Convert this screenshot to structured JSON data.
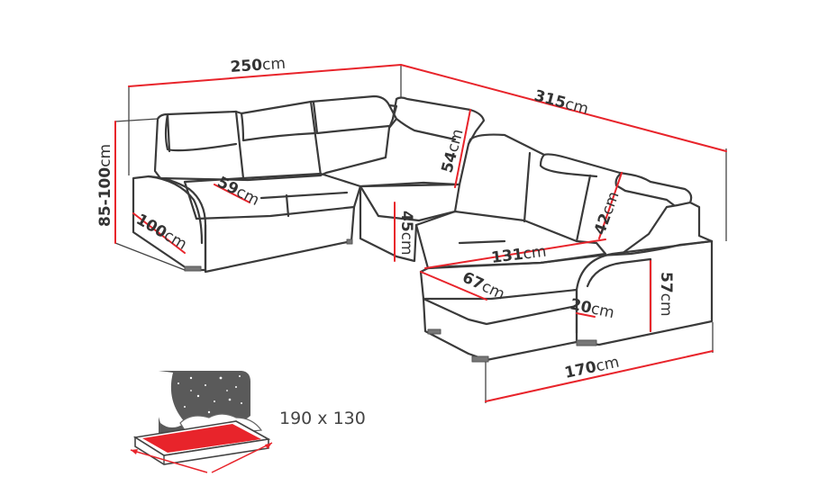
{
  "dimensions": {
    "width_left": {
      "value": "250",
      "unit": "cm"
    },
    "width_right": {
      "value": "315",
      "unit": "cm"
    },
    "height": {
      "value": "85-100",
      "unit": "cm"
    },
    "depth_left": {
      "value": "100",
      "unit": "cm"
    },
    "seat_depth": {
      "value": "59",
      "unit": "cm"
    },
    "back_height": {
      "value": "54",
      "unit": "cm"
    },
    "seat_height": {
      "value": "45",
      "unit": "cm"
    },
    "headrest": {
      "value": "42",
      "unit": "cm"
    },
    "chaise_seat": {
      "value": "131",
      "unit": "cm"
    },
    "chaise_width": {
      "value": "67",
      "unit": "cm"
    },
    "arm_width": {
      "value": "20",
      "unit": "cm"
    },
    "arm_height": {
      "value": "57",
      "unit": "cm"
    },
    "chaise_depth": {
      "value": "170",
      "unit": "cm"
    }
  },
  "bed": {
    "size_label": "190 x 130"
  },
  "colors": {
    "dimension_line": "#e8242b",
    "outline": "#3a3a3a",
    "bed_fill": "#e8242b",
    "night": "#5a5a5a"
  },
  "icons": {
    "sleep_function": "bed-icon"
  }
}
